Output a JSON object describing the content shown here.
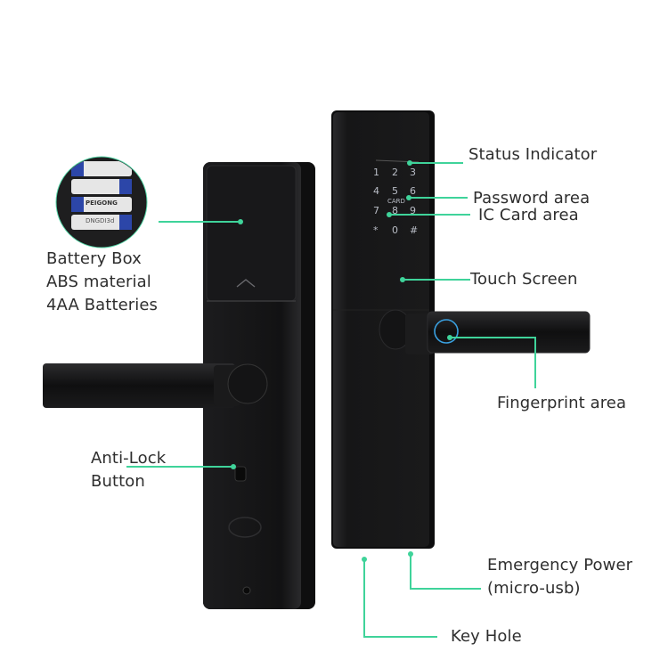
{
  "accent_color": "#3fd39a",
  "labels": {
    "status_indicator": "Status Indicator",
    "password_area": "Password area",
    "ic_card_area": "IC Card area",
    "touch_screen": "Touch Screen",
    "fingerprint_area": "Fingerprint area",
    "battery_box": [
      "Battery Box",
      "ABS  material",
      "4AA Batteries"
    ],
    "anti_lock": [
      "Anti-Lock",
      "Button"
    ],
    "emergency_power": [
      "Emergency Power",
      "(micro-usb)"
    ],
    "key_hole": "Key Hole"
  },
  "keypad": {
    "keys": [
      "1",
      "2",
      "3",
      "4",
      "5",
      "6",
      "7",
      "8",
      "9",
      "*",
      "0",
      "#"
    ],
    "card_text": "CARD"
  },
  "batteries": {
    "brand_1": "PEIGONG",
    "brand_2": "DNGDI3d"
  }
}
